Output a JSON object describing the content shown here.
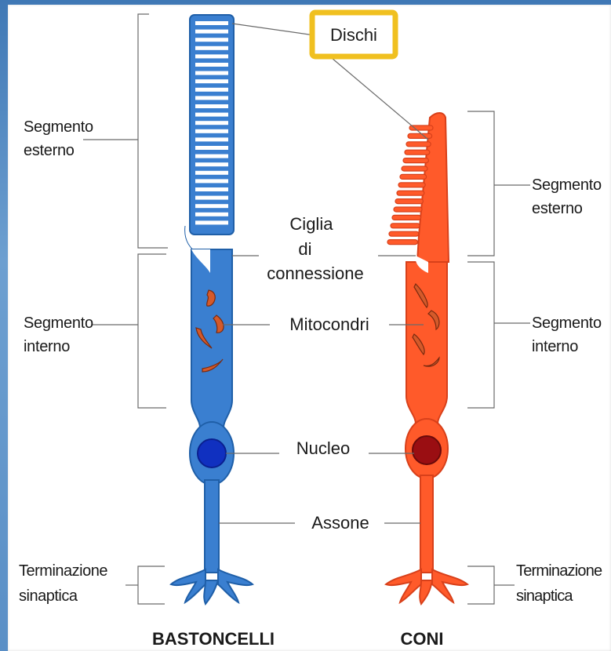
{
  "labels": {
    "dischi": "Dischi",
    "segmento_esterno_left": [
      "Segmento",
      "esterno"
    ],
    "segmento_interno_left": [
      "Segmento",
      "interno"
    ],
    "terminazione_left": [
      "Terminazione",
      "sinaptica"
    ],
    "segmento_esterno_right": [
      "Segmento",
      "esterno"
    ],
    "segmento_interno_right": [
      "Segmento",
      "interno"
    ],
    "terminazione_right": [
      "Terminazione",
      "sinaptica"
    ],
    "ciglia": [
      "Ciglia",
      "di",
      "connessione"
    ],
    "mitocondri": "Mitocondri",
    "nucleo": "Nucleo",
    "assone": "Assone",
    "bastoncelli": "BASTONCELLI",
    "coni": "CONI"
  },
  "colors": {
    "rod_fill": "#3a7fd0",
    "rod_stroke": "#1f5fa8",
    "rod_nucleus": "#1030c0",
    "cone_fill": "#ff5a2a",
    "cone_stroke": "#d8401a",
    "cone_nucleus": "#9a0e12",
    "mito_fill": "#d45a2a",
    "dischi_border": "#f0c020"
  }
}
